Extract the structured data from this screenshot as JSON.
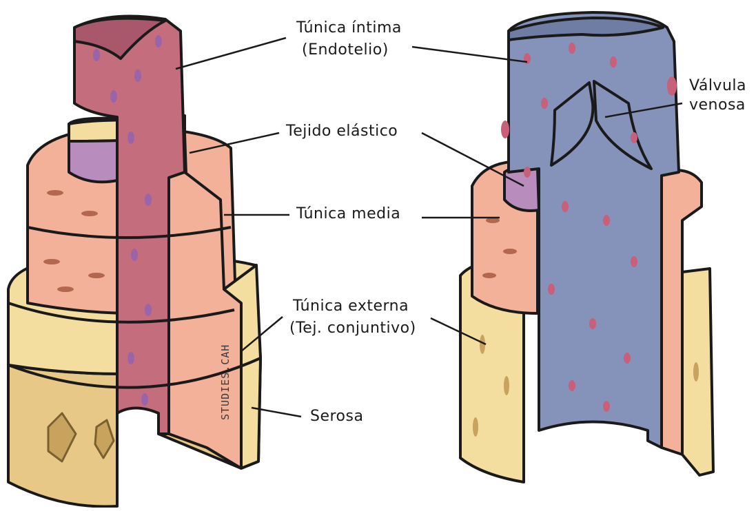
{
  "labels": {
    "intima_1": "Túnica íntima",
    "intima_2": "(Endotelio)",
    "elastic": "Tejido elástico",
    "media": "Túnica media",
    "externa_1": "Túnica externa",
    "externa_2": "(Tej. conjuntivo)",
    "serosa": "Serosa",
    "valve_1": "Válvula",
    "valve_2": "venosa"
  },
  "watermark": "STUDIES.CAH",
  "colors": {
    "outline": "#1a1a1a",
    "intima_artery": "#c46d7c",
    "intima_vein": "#8592b9",
    "cell_nuclei": "#c8607a",
    "media": "#f3b19a",
    "elastic": "#b88dbd",
    "externa": "#f3dea0",
    "serosa": "#e7c886"
  }
}
